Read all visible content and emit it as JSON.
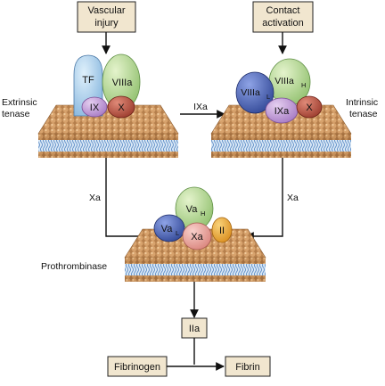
{
  "colors": {
    "box_fill": "#f1e6cf",
    "membrane_bead": "#c7925c",
    "membrane_tail": "#9ec0e6",
    "factor_green": "#a6cf84",
    "factor_blue": "#5068b8",
    "factor_purple": "#b98fcf",
    "factor_red": "#b24a3a",
    "factor_tf_blue": "#9fc9e8",
    "factor_orange": "#e7a32e",
    "factor_pink": "#e8a39c"
  },
  "boxes": {
    "vascular_injury": [
      "Vascular",
      "injury"
    ],
    "contact_activation": [
      "Contact",
      "activation"
    ],
    "iia": "IIa",
    "fibrinogen": "Fibrinogen",
    "fibrin": "Fibrin"
  },
  "complexes": {
    "extrinsic": {
      "label": [
        "Extrinsic",
        "tenase"
      ],
      "factors": {
        "tf": "TF",
        "viiia": "VIIIa",
        "ix": "IX",
        "x": "X"
      }
    },
    "intrinsic": {
      "label": [
        "Intrinsic",
        "tenase"
      ],
      "factors": {
        "viiia_l": {
          "base": "VIIIa",
          "sub": "L"
        },
        "viiia_h": {
          "base": "VIIIa",
          "sub": "H"
        },
        "ixa": "IXa",
        "x": "X"
      }
    },
    "prothrombinase": {
      "label": "Prothrombinase",
      "factors": {
        "va_h": {
          "base": "Va",
          "sub": "H"
        },
        "va_l": {
          "base": "Va",
          "sub": "L"
        },
        "xa": "Xa",
        "ii": "II"
      }
    }
  },
  "arrow_labels": {
    "ixa": "IXa",
    "xa_left": "Xa",
    "xa_right": "Xa"
  }
}
